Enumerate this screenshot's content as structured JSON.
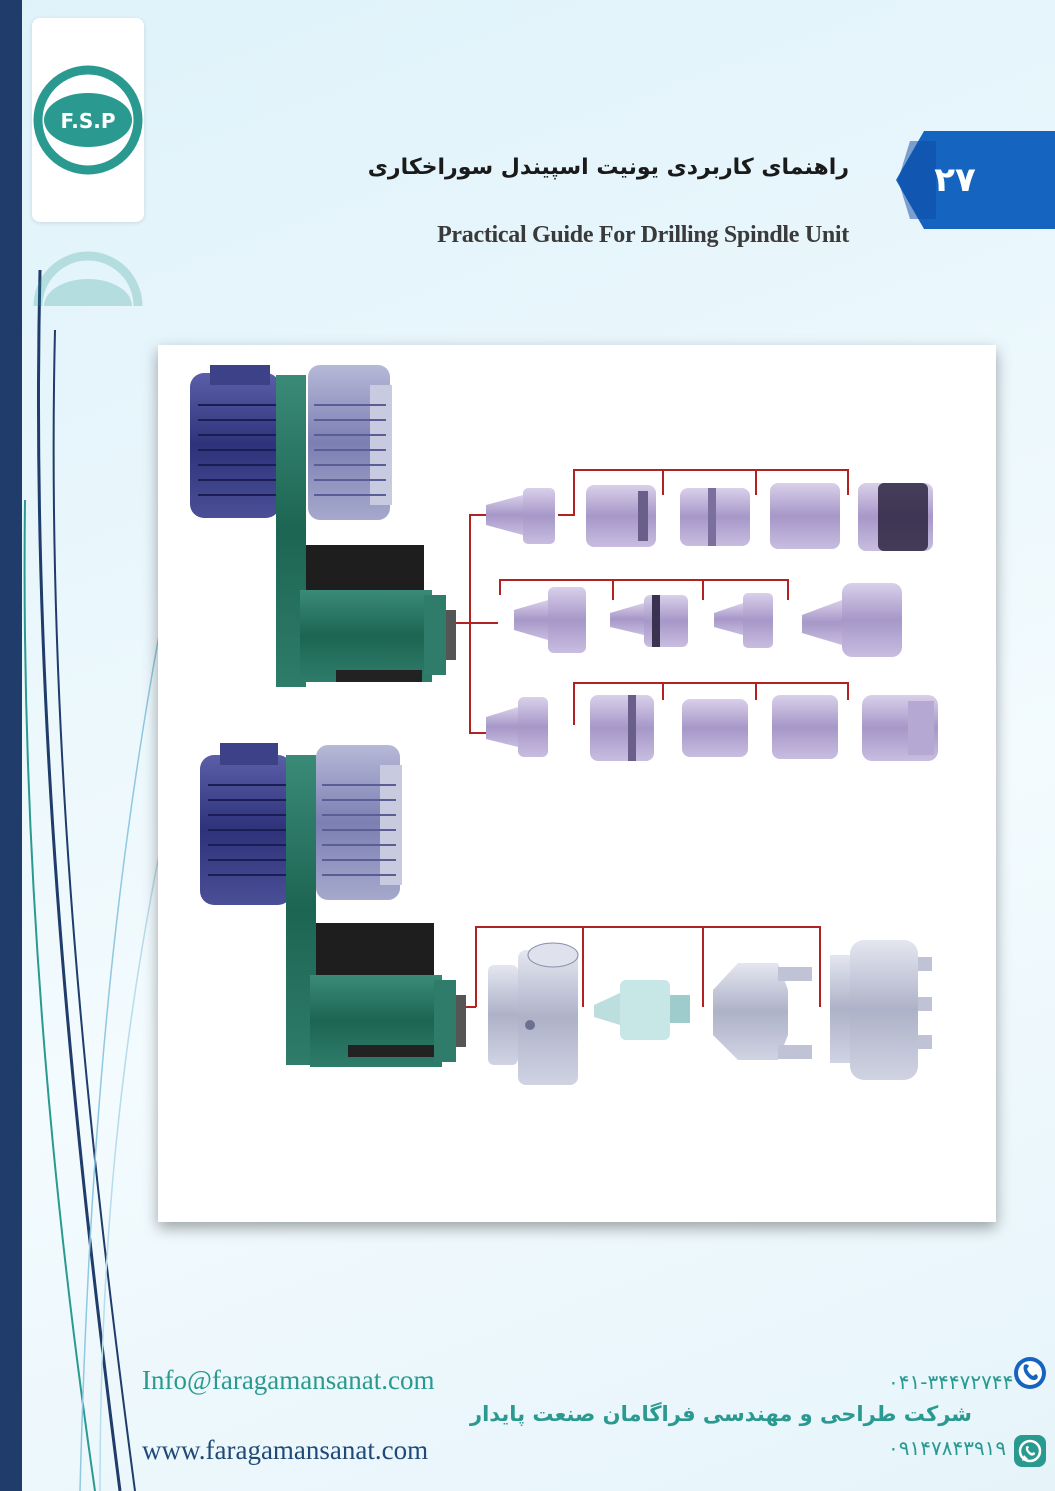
{
  "brand": {
    "logo_text": "F.S.P",
    "accent": "#2a9a90",
    "navy": "#1f3c6a",
    "tab_blue": "#1565c0"
  },
  "header": {
    "page_number": "۲۷",
    "title_fa": "راهنمای کاربردی یونیت اسپیندل سوراخکاری",
    "title_en": "Practical Guide For Drilling Spindle Unit"
  },
  "figure": {
    "content": "drilling spindle units with interchangeable tool holders"
  },
  "footer": {
    "email": "Info@faragamansanat.com",
    "website": "www.faragamansanat.com",
    "company_fa": "شرکت طراحی و مهندسی فراگامان صنعت پایدار",
    "phone": "۰۴۱-۳۴۴۷۲۷۴۴",
    "mobile": "۰۹۱۴۷۸۴۳۹۱۹",
    "phone_icon": "phone-icon",
    "whatsapp_icon": "whatsapp-icon"
  }
}
